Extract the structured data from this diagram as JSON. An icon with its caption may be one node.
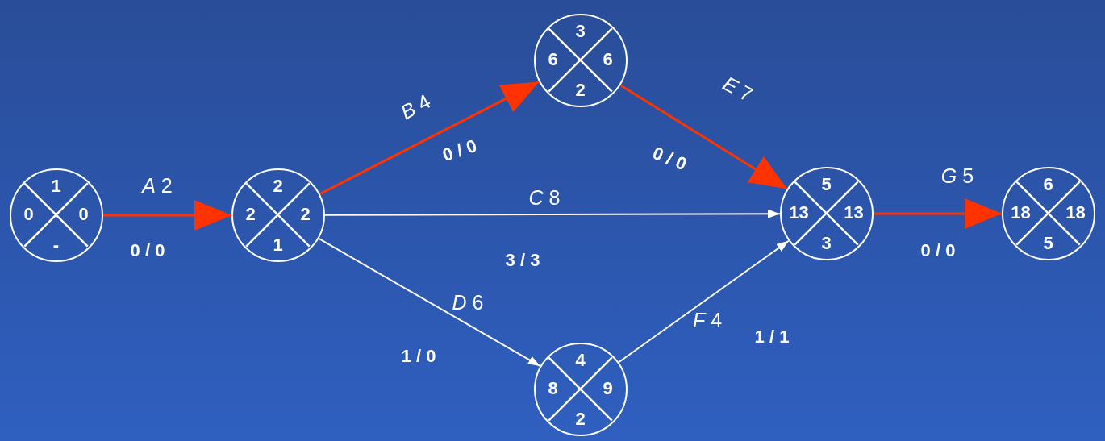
{
  "diagram": {
    "nodes": [
      {
        "text": [
          "1",
          "0",
          "0",
          "-"
        ]
      },
      {
        "text": [
          "2",
          "2",
          "2",
          "1"
        ]
      },
      {
        "text": [
          "3",
          "6",
          "6",
          "2"
        ]
      },
      {
        "text": [
          "5",
          "13",
          "13",
          "3"
        ]
      },
      {
        "text": [
          "6",
          "18",
          "18",
          "5"
        ]
      },
      {
        "text": [
          "4",
          "8",
          "9",
          "2"
        ]
      }
    ],
    "edges": [
      {
        "from": 0,
        "to": 1,
        "arrow": "to",
        "label": "*A* 2",
        "color": "#ff3300"
      },
      {
        "from": 1,
        "to": 2,
        "arrow": "to",
        "label": "*B* 4",
        "color": "#ff3300"
      },
      {
        "from": 1,
        "to": 3,
        "arrow": "to",
        "label": "*C* 8",
        "color": "#ffffff"
      },
      {
        "from": 1,
        "to": 5,
        "arrow": "to",
        "label": "*D* 6",
        "color": "#ffffff"
      },
      {
        "from": 2,
        "to": 3,
        "arrow": "to",
        "label": "*E* 7",
        "color": "#ff3300"
      },
      {
        "from": 5,
        "to": 3,
        "arrow": "to",
        "label": "*F* 4",
        "color": "#ffffff"
      },
      {
        "from": 3,
        "to": 4,
        "arrow": "to",
        "label": "*G* 5",
        "color": "#ff3300"
      }
    ],
    "labels": [
      "0 / 0",
      "0 / 0",
      "0 / 0",
      "0 / 0",
      "3 / 3",
      "1 / 1",
      "1 / 0"
    ]
  }
}
